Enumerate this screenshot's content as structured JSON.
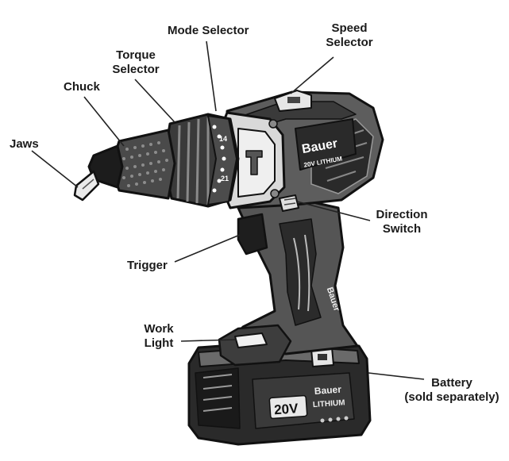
{
  "labels": {
    "mode_selector": "Mode Selector",
    "speed_selector_1": "Speed",
    "speed_selector_2": "Selector",
    "torque_selector_1": "Torque",
    "torque_selector_2": "Selector",
    "chuck": "Chuck",
    "jaws": "Jaws",
    "direction_switch_1": "Direction",
    "direction_switch_2": "Switch",
    "trigger": "Trigger",
    "work_light_1": "Work",
    "work_light_2": "Light",
    "battery_1": "Battery",
    "battery_2": "(sold separately)"
  },
  "product_marks": {
    "brand": "Bauer",
    "voltage_line": "20V LITHIUM",
    "battery_voltage": "20V",
    "battery_brand": "Bauer",
    "battery_line": "LITHIUM"
  },
  "colors": {
    "body": "#5a5a5a",
    "dark": "#1c1c1c",
    "light": "#e2e2e2",
    "accent_panel": "#d8d8d8"
  }
}
